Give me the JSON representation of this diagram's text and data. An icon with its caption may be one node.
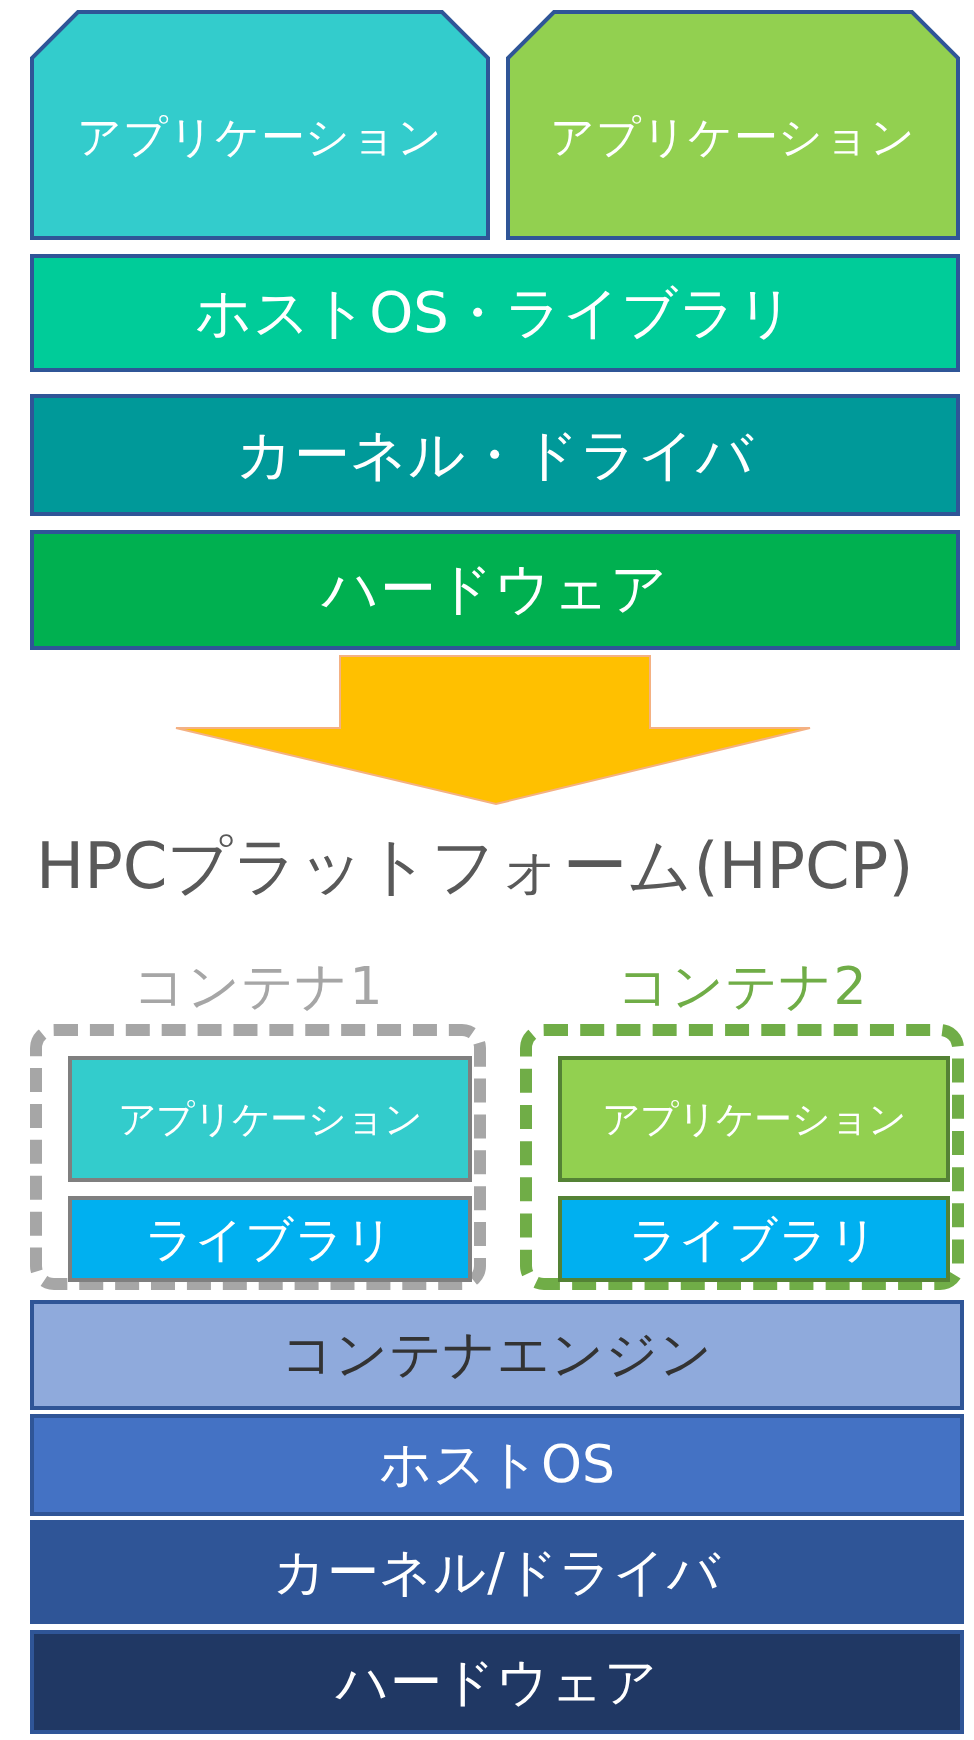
{
  "diagram": {
    "nodes": [
      {
        "text": [
          "アプリケーション"
        ]
      },
      {
        "text": [
          "アプリケーション"
        ]
      },
      {
        "text": [
          "ホストOS・ライブラリ"
        ]
      },
      {
        "text": [
          "カーネル・ドライバ"
        ]
      },
      {
        "text": [
          "ハードウェア"
        ]
      },
      {
        "text": [
          "HPCプラットフォーム(HPCP)"
        ]
      },
      {
        "text": [
          "コンテナ1"
        ]
      },
      {
        "text": [
          "アプリケーション"
        ],
        "in": 6
      },
      {
        "text": [
          "ライブラリ"
        ],
        "in": 6
      },
      {
        "text": [
          "コンテナ2"
        ]
      },
      {
        "text": [
          "アプリケーション"
        ],
        "in": 9
      },
      {
        "text": [
          "ライブラリ"
        ],
        "in": 9
      },
      {
        "text": [
          "コンテナエンジン"
        ]
      },
      {
        "text": [
          "ホストOS"
        ]
      },
      {
        "text": [
          "カーネル/ドライバ"
        ]
      },
      {
        "text": [
          "ハードウェア"
        ]
      }
    ],
    "edges": [
      {
        "from": 4,
        "to": 5,
        "arrow": "to"
      }
    ]
  }
}
